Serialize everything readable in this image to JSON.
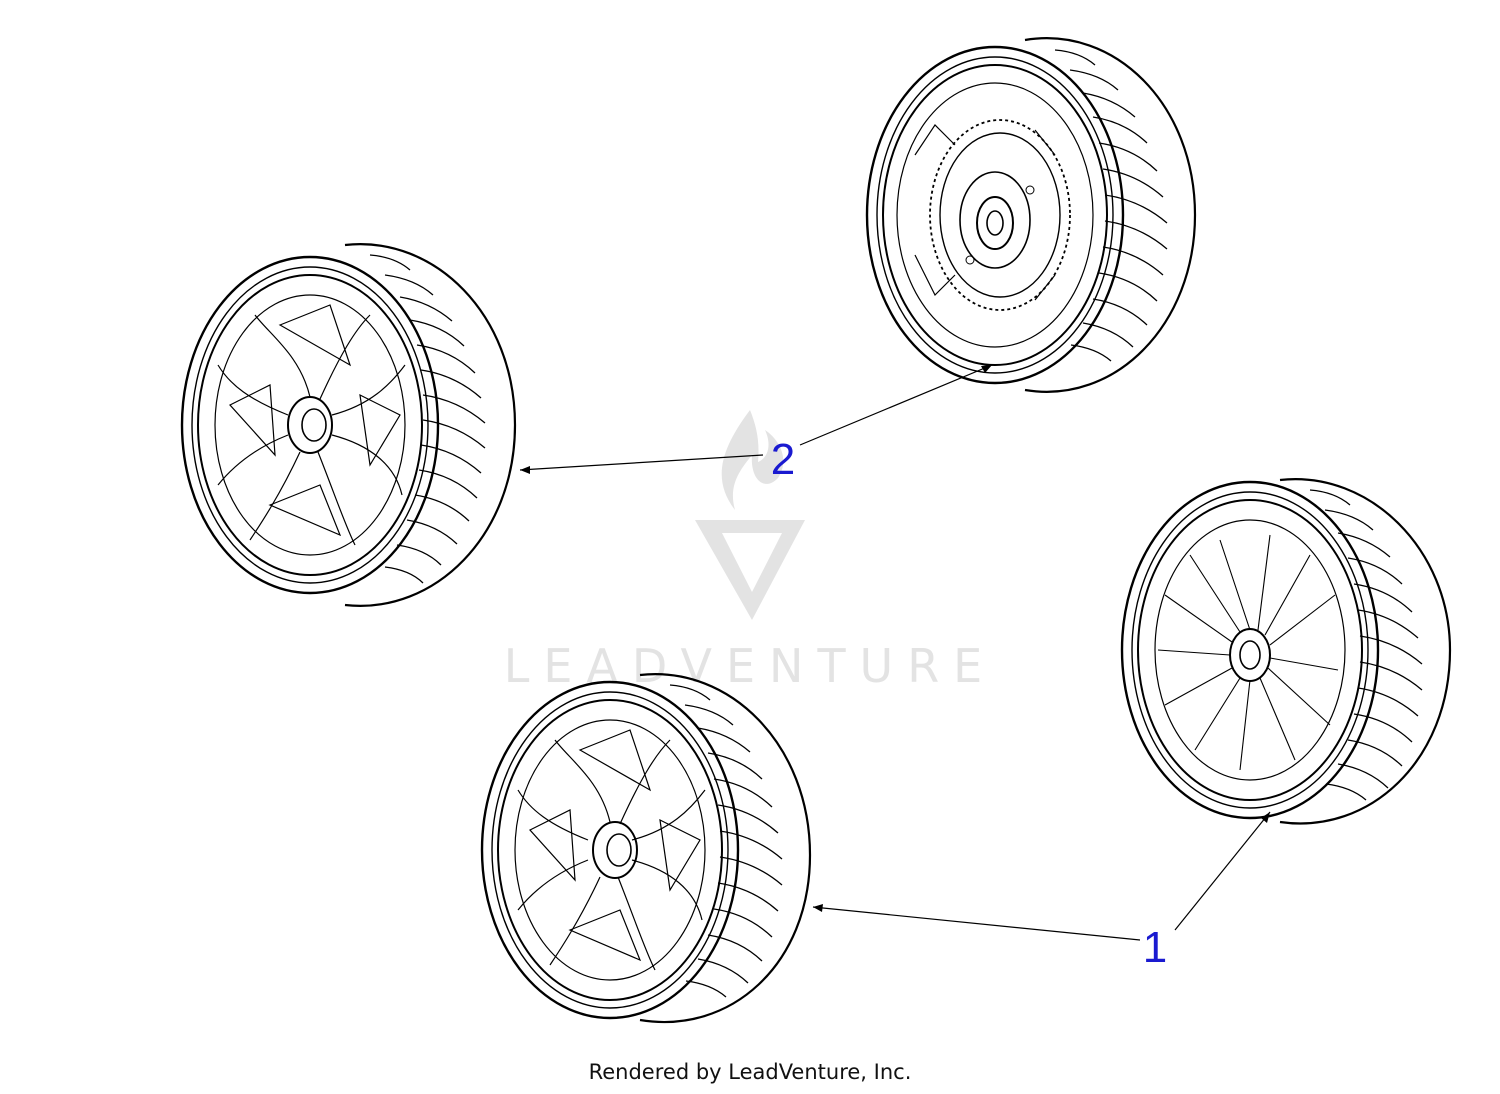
{
  "callouts": [
    {
      "number": "1"
    },
    {
      "number": "2"
    }
  ],
  "watermark": {
    "text": "LEADVENTURE"
  },
  "footer": {
    "text": "Rendered by LeadVenture, Inc."
  },
  "colors": {
    "callout": "#1a1ad0",
    "line": "#000000",
    "watermark": "#e3e3e3"
  },
  "parts": [
    {
      "label": "wheel-front-left",
      "callout": "2"
    },
    {
      "label": "wheel-gear-drive",
      "callout": "2"
    },
    {
      "label": "wheel-front-center",
      "callout": "1"
    },
    {
      "label": "wheel-rear-right",
      "callout": "1"
    }
  ]
}
